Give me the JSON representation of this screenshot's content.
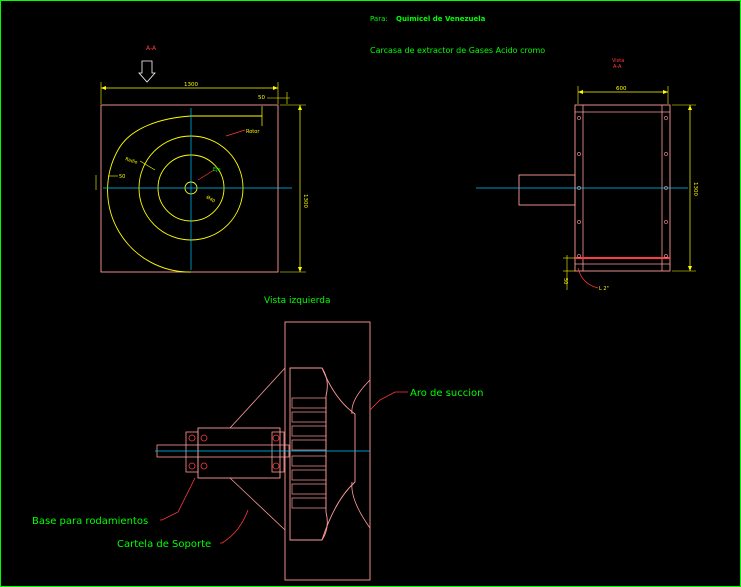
{
  "header": {
    "para_label": "Para:",
    "client": "Quimicel de Venezuela",
    "title": "Carcasa de extractor de Gases Acido cromo"
  },
  "left_view": {
    "section_mark": "A-A",
    "dim_width": "1300",
    "dim_right_offset": "50",
    "dim_height": "1300",
    "rotor_label": "Rotor",
    "eje_label": "Eje",
    "radio_label": "Radio",
    "left_dim": "50",
    "small_dim": "Ø40"
  },
  "right_view": {
    "view_label": "Vista",
    "view_mark": "A-A",
    "dim_width": "600",
    "dim_height": "1300",
    "bottom_dim": "50",
    "angle_label": "L 2\""
  },
  "bottom_view": {
    "title": "Vista izquierda",
    "callout_suction": "Aro de succion",
    "callout_bearing": "Base para rodamientos",
    "callout_support": "Cartela de Soporte"
  },
  "colors": {
    "border": "#00ff00",
    "cad_yellow": "#ffff00",
    "cad_red": "#ff3b3b",
    "cad_salmon": "#ff9a9a",
    "cad_cyan": "#00c8ff",
    "cad_green": "#00ff00",
    "cad_white": "#ffffff"
  }
}
